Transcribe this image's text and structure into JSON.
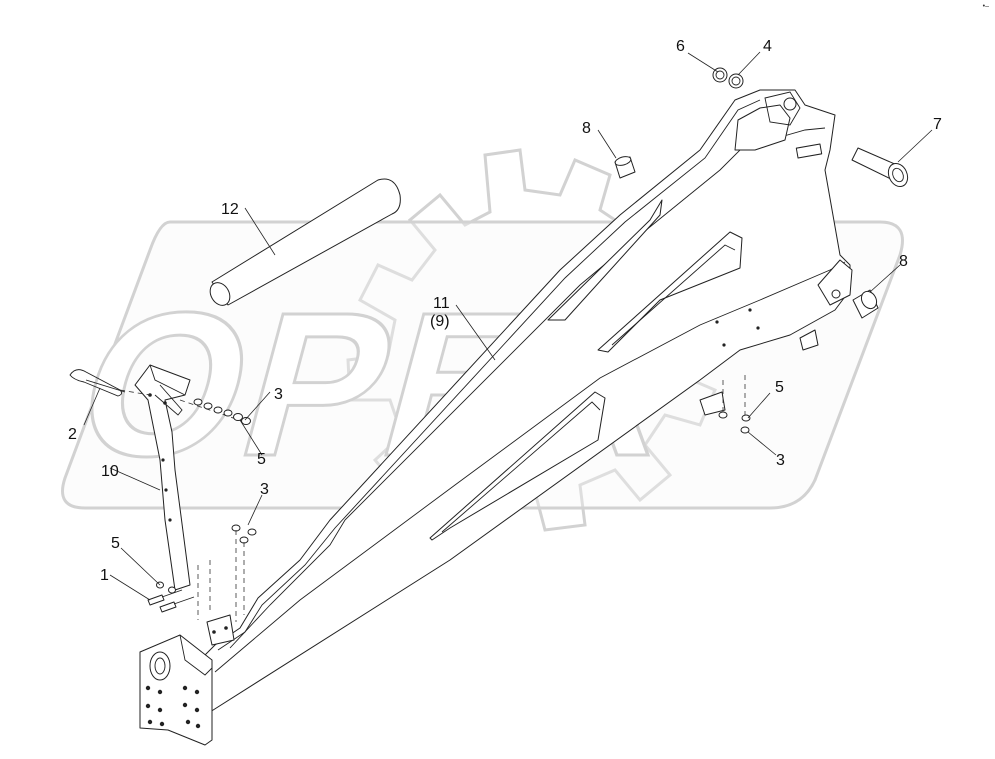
{
  "watermark": {
    "text": "OPEX"
  },
  "corner_mark": "•–",
  "labels": [
    {
      "id": "label-1",
      "text": "1"
    },
    {
      "id": "label-2",
      "text": "2"
    },
    {
      "id": "label-3a",
      "text": "3"
    },
    {
      "id": "label-3b",
      "text": "3"
    },
    {
      "id": "label-3c",
      "text": "3"
    },
    {
      "id": "label-4",
      "text": "4"
    },
    {
      "id": "label-5a",
      "text": "5"
    },
    {
      "id": "label-5b",
      "text": "5"
    },
    {
      "id": "label-5c",
      "text": "5"
    },
    {
      "id": "label-6",
      "text": "6"
    },
    {
      "id": "label-7",
      "text": "7"
    },
    {
      "id": "label-8a",
      "text": "8"
    },
    {
      "id": "label-8b",
      "text": "8"
    },
    {
      "id": "label-10",
      "text": "10"
    },
    {
      "id": "label-11",
      "text": "11"
    },
    {
      "id": "label-9",
      "text": "(9)"
    },
    {
      "id": "label-12",
      "text": "12"
    }
  ]
}
